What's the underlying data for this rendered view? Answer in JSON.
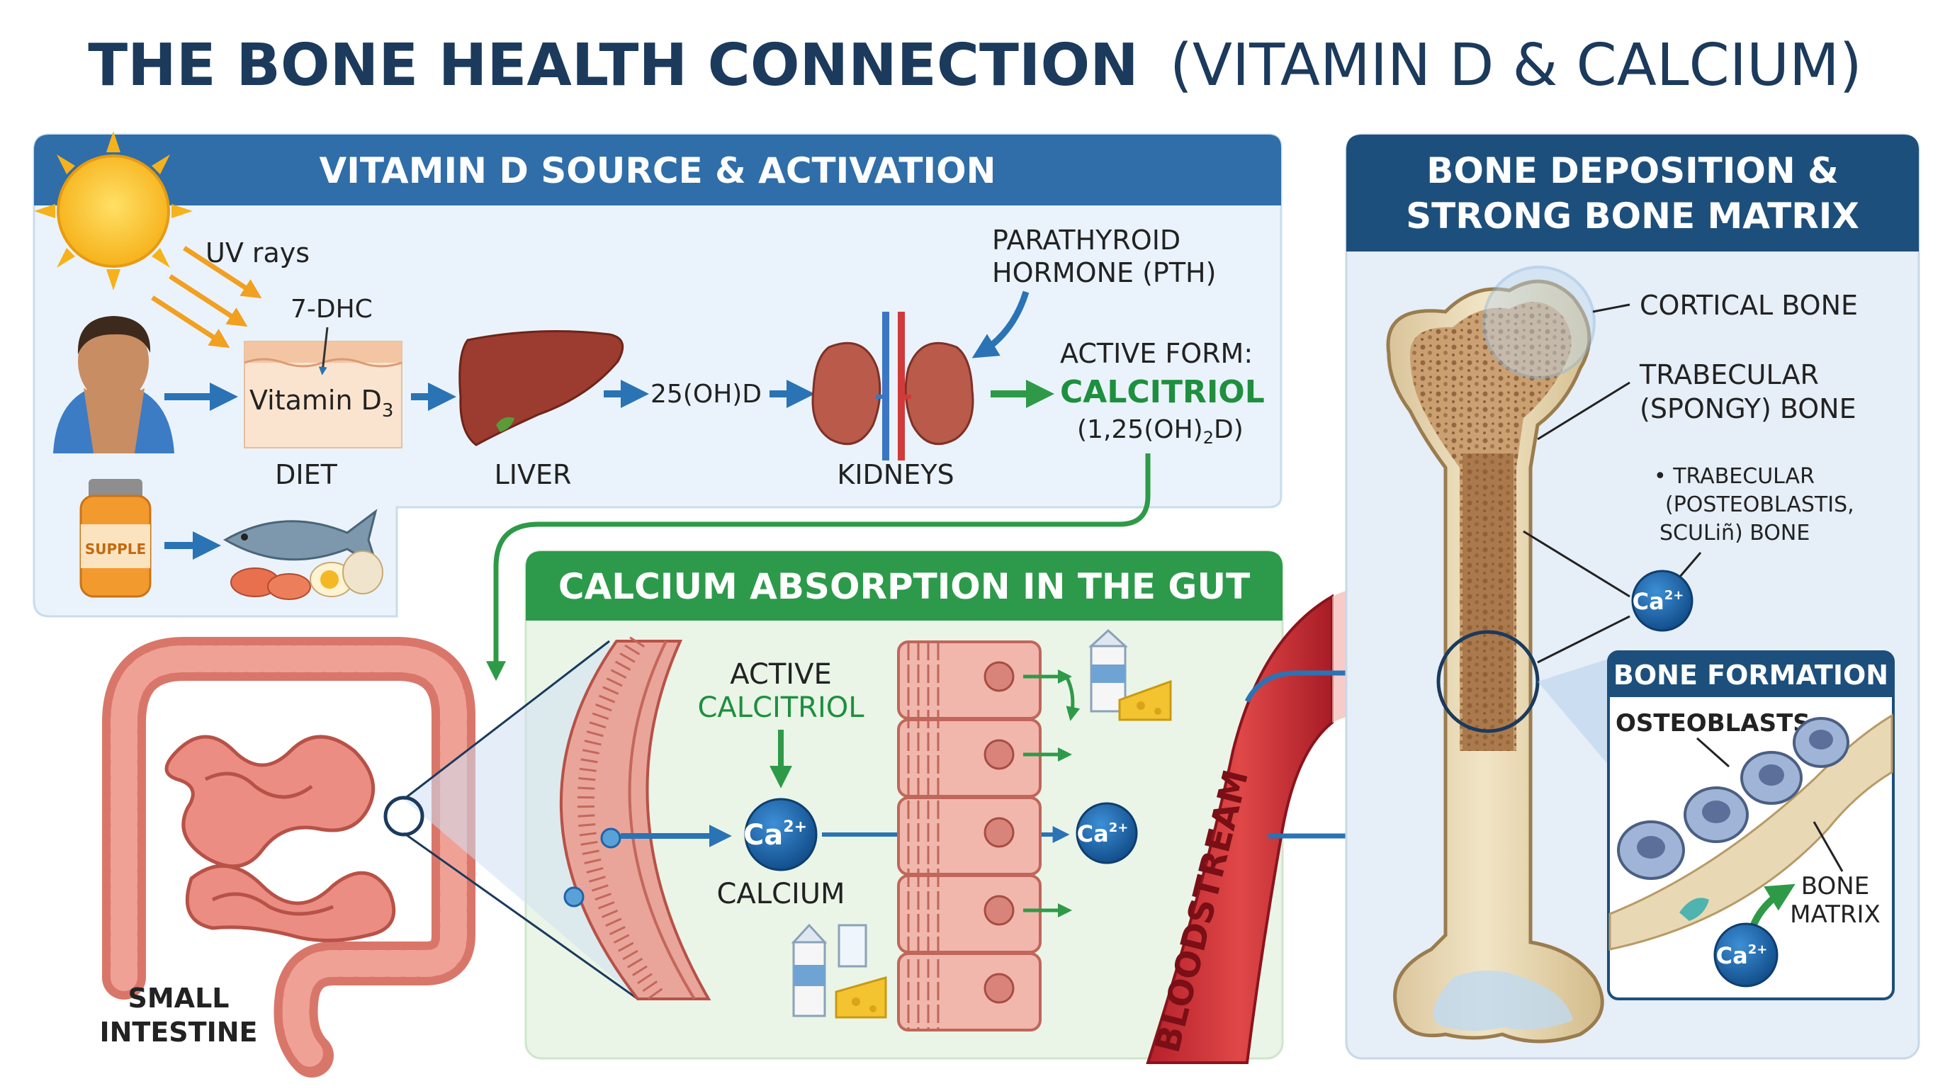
{
  "title": {
    "main": "THE BONE HEALTH CONNECTION",
    "paren": "(VITAMIN D & CALCIUM)"
  },
  "panels": {
    "vitamin_d": {
      "header": "VITAMIN D SOURCE & ACTIVATION"
    },
    "gut": {
      "header": "CALCIUM ABSORPTION IN THE GUT"
    },
    "bone": {
      "header_line1": "BONE DEPOSITION &",
      "header_line2": "STRONG BONE MATRIX"
    }
  },
  "vitamin_d": {
    "uv_label": "UV rays",
    "dhc_label": "7-DHC",
    "vitamin_d3_label": "Vitamin D",
    "vitamin_d3_sub": "3",
    "diet_label": "DIET",
    "liver_label": "LIVER",
    "hydroxy_label": "25(OH)D",
    "kidneys_label": "KIDNEYS",
    "pth_line1": "PARATHYROID",
    "pth_line2": "HORMONE (PTH)",
    "active_form_label": "ACTIVE FORM:",
    "calcitriol_label": "CALCITRIOL",
    "calcitriol_formula_a": "(1,25(OH)",
    "calcitriol_formula_sub": "2",
    "calcitriol_formula_b": "D)",
    "supplement_label": "SUPPLE"
  },
  "gut": {
    "intestine_line1": "SMALL",
    "intestine_line2": "INTESTINE",
    "active_line1": "ACTIVE",
    "active_line2": "CALCITRIOL",
    "calcium_label": "CALCIUM",
    "ion_label": "Ca",
    "ion_charge": "2+",
    "bloodstream_label": "BLOODSTREAM"
  },
  "bone": {
    "cortical_label": "CORTICAL BONE",
    "trabecular_line1": "TRABECULAR",
    "trabecular_line2": "(SPONGY) BONE",
    "note_line1": "• TRABECULAR",
    "note_line2": "(POSTEOBLASTIS,",
    "note_line3": "SCULiñ) BONE",
    "formation_header": "BONE FORMATION",
    "osteoblasts_label": "OSTEOBLASTS",
    "matrix_line1": "BONE",
    "matrix_line2": "MATRIX"
  },
  "colors": {
    "title": "#1b3a5c",
    "blue_header": "#2f6ea8",
    "green_header": "#2c9a4a",
    "dark_header": "#1d4f7c",
    "arrow_blue": "#2a73b5",
    "arrow_green": "#2e9a48",
    "calcitriol_text": "#1e8f3e",
    "ion_fill": "#1f64a8"
  }
}
